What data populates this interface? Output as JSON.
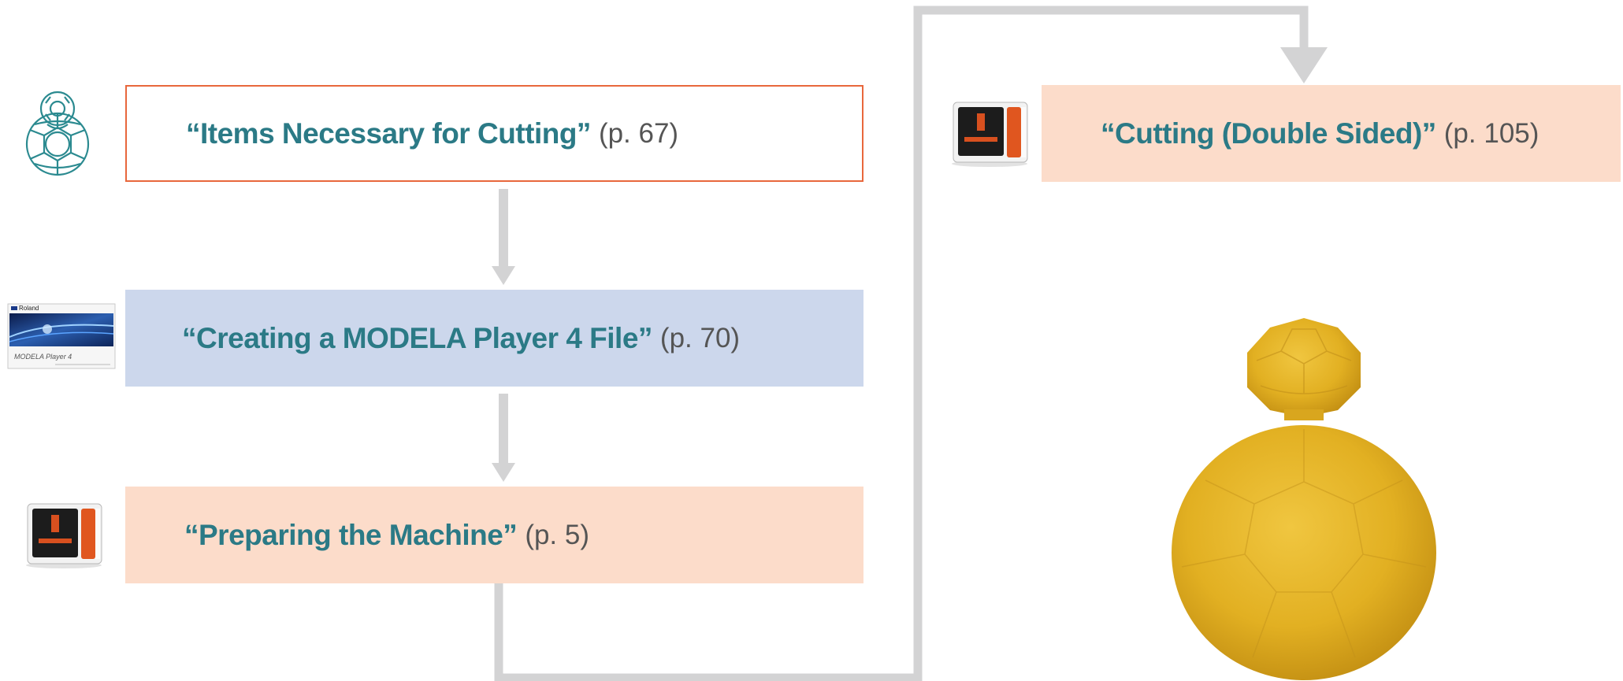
{
  "steps": [
    {
      "title": "“Items Necessary for Cutting”",
      "page": "(p. 67)",
      "icon": "fullerene-model-icon"
    },
    {
      "title": "“Creating a MODELA Player 4 File”",
      "page": "(p. 70)",
      "icon": "modela-player-splash-icon"
    },
    {
      "title": "“Preparing the Machine”",
      "page": "(p. 5)",
      "icon": "milling-machine-icon"
    },
    {
      "title": "“Cutting (Double Sided)”",
      "page": "(p. 105)",
      "icon": "milling-machine-icon"
    }
  ],
  "splash": {
    "brand": "Roland",
    "product": "MODELA Player 4"
  },
  "colors": {
    "title_text": "#2b7a86",
    "page_text": "#555555",
    "box_outline_orange": "#e8673c",
    "box_blue": "#ccd7ec",
    "box_peach": "#fcdcca",
    "connector_gray": "#d3d3d4",
    "result_gold": "#e2b022"
  },
  "result_image": "finished-fullerene-model"
}
